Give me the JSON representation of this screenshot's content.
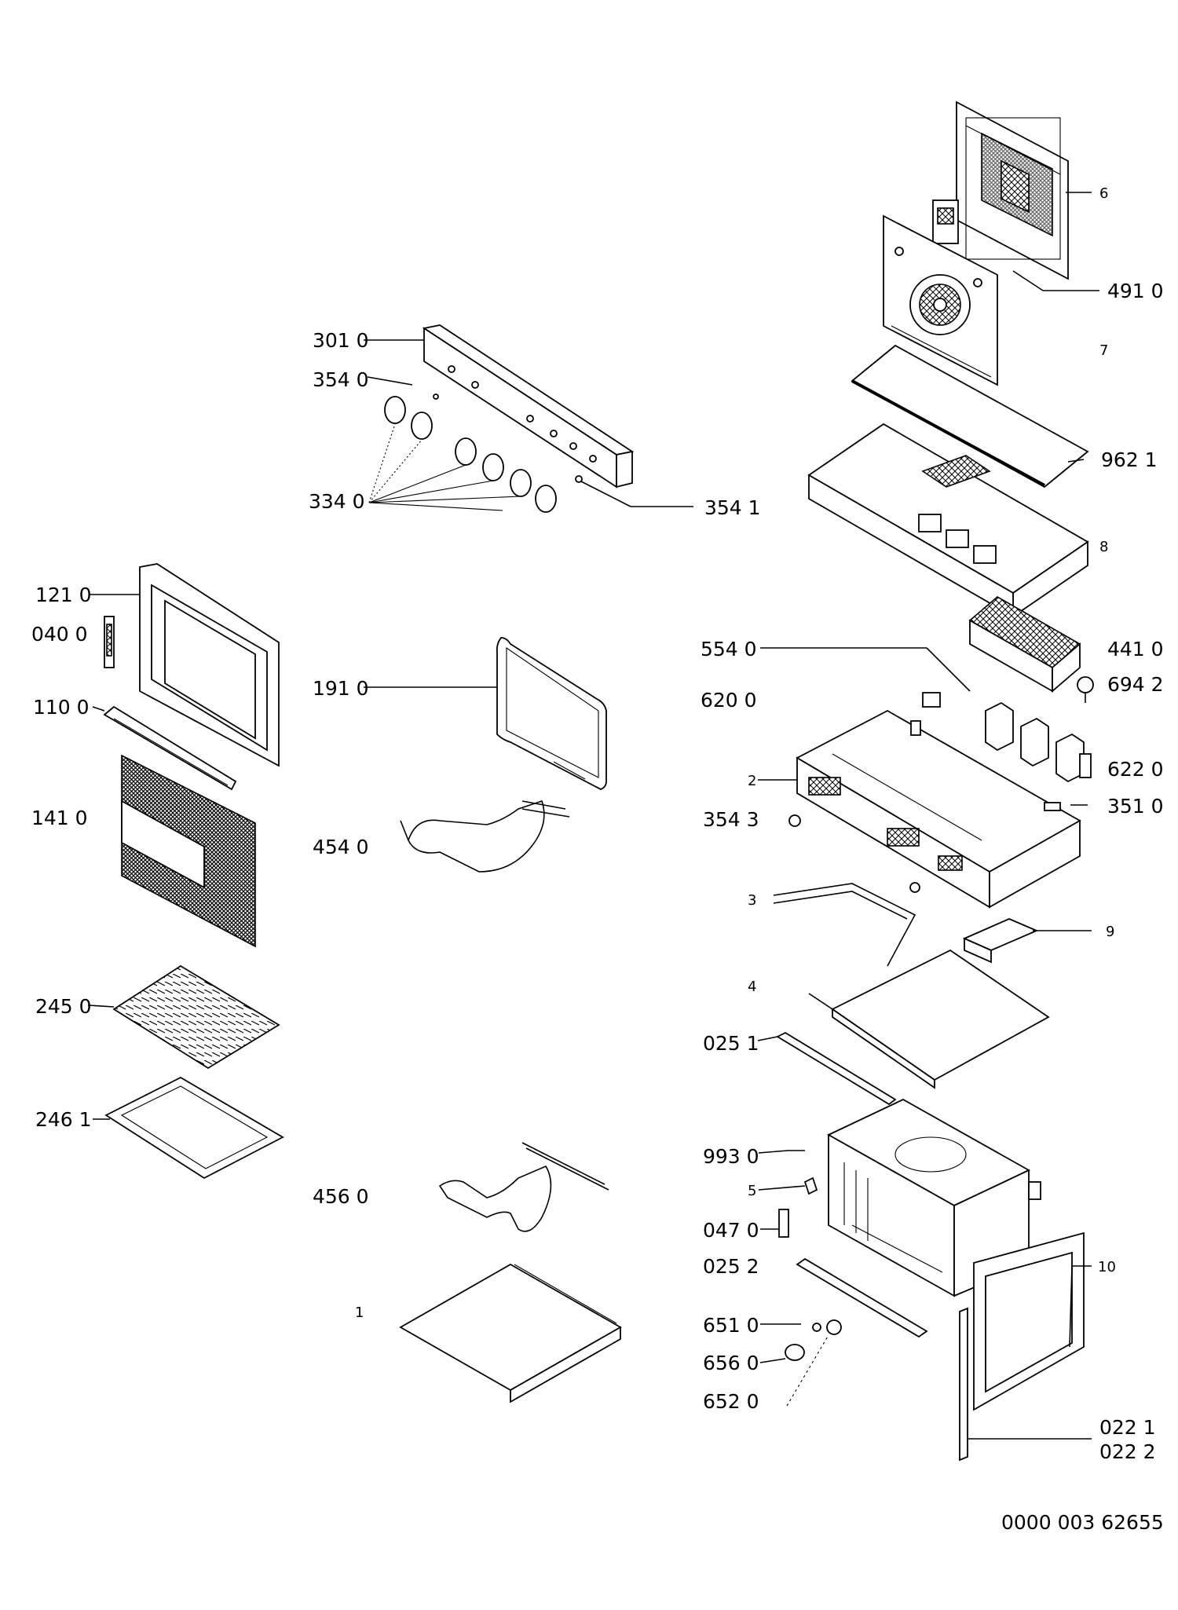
{
  "labels": {
    "l6": "6",
    "l4910": "491 0",
    "l7": "7",
    "l9621": "962 1",
    "l8": "8",
    "l3010": "301 0",
    "l3540": "354 0",
    "l3340": "334 0",
    "l3541": "354 1",
    "l1210": "121 0",
    "l0400": "040 0",
    "l1100": "110 0",
    "l1410": "141 0",
    "l1910": "191 0",
    "l4540": "454 0",
    "l2450": "245 0",
    "l2461": "246 1",
    "l4560": "456 0",
    "l1": "1",
    "l5540": "554 0",
    "l6200": "620 0",
    "l4410": "441 0",
    "l6942": "694 2",
    "l2": "2",
    "l6220": "622 0",
    "l3543": "354 3",
    "l3510": "351 0",
    "l3": "3",
    "l9": "9",
    "l4": "4",
    "l0251": "025 1",
    "l9930": "993 0",
    "l5": "5",
    "l0470": "047 0",
    "l0252": "025 2",
    "l10": "10",
    "l6510": "651 0",
    "l6560": "656 0",
    "l6520": "652 0",
    "l0221": "022 1",
    "l0222": "022 2"
  },
  "footer": {
    "code": "0000 003 62655"
  }
}
